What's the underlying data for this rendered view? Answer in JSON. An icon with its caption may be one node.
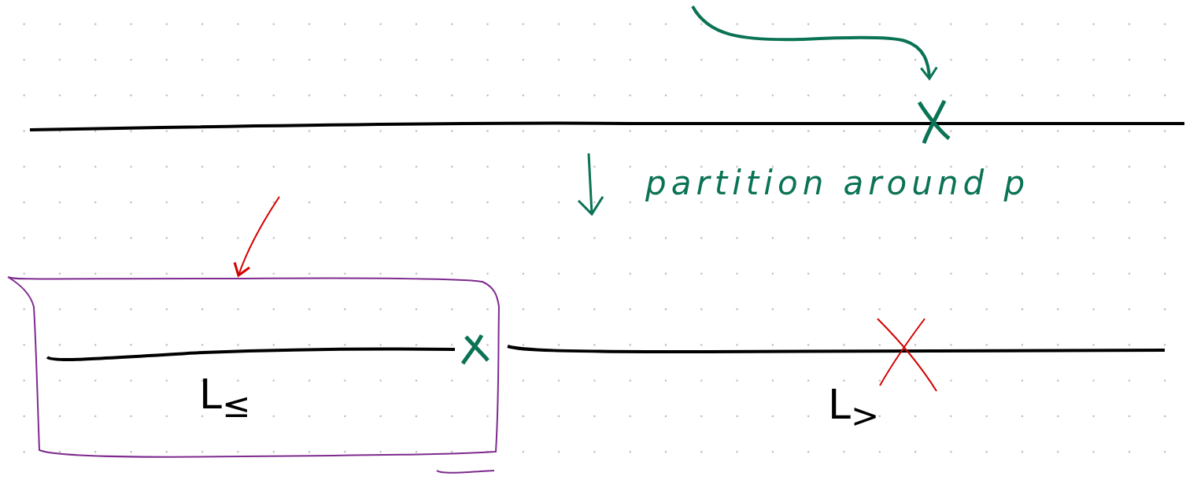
{
  "diagram": {
    "nodes": [
      {
        "text": [],
        "shape": "cross"
      },
      {
        "text": [
          "L$_{≤}$"
        ]
      }
    ],
    "edges": [
      {
        "from": null,
        "to": 0,
        "arrow": "to",
        "color": "#0b7355"
      },
      {
        "from": null,
        "to": 1,
        "arrow": "to",
        "color": "#d40000"
      }
    ],
    "labels": [
      "partition around p",
      "L$_{>}$"
    ]
  }
}
